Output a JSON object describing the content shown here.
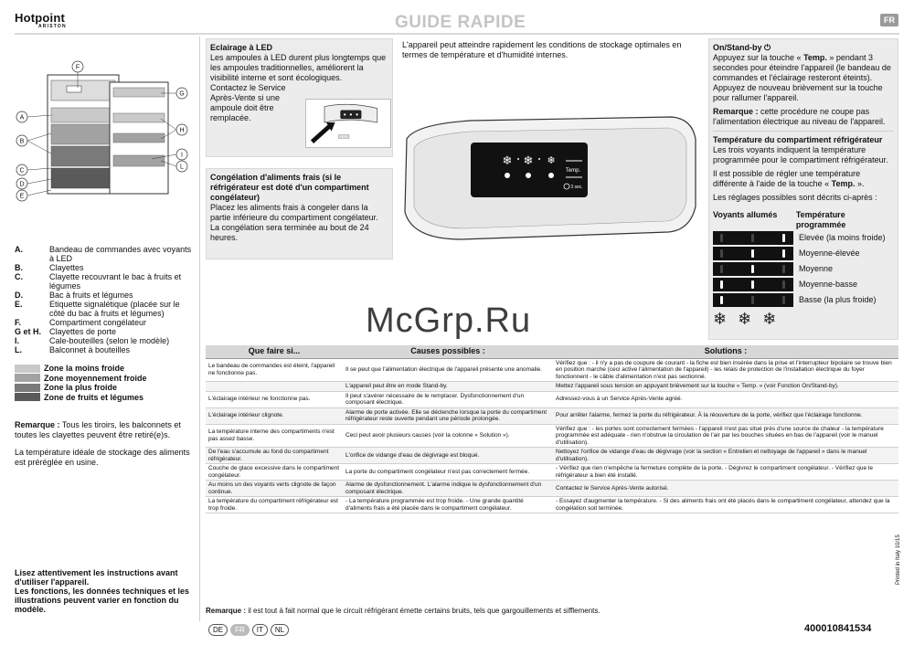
{
  "header": {
    "brand": "Hotpoint",
    "brand_sub": "ARISTON",
    "title": "GUIDE RAPIDE",
    "lang": "FR"
  },
  "diagram_labels": [
    "F",
    "G",
    "A",
    "H",
    "B",
    "I",
    "C",
    "L",
    "D",
    "E"
  ],
  "parts": [
    {
      "key": "A.",
      "text": "Bandeau de commandes avec voyants à LED"
    },
    {
      "key": "B.",
      "text": "Clayettes"
    },
    {
      "key": "C.",
      "text": "Clayette recouvrant le bac à fruits et légumes"
    },
    {
      "key": "D.",
      "text": "Bac à fruits et légumes"
    },
    {
      "key": "E.",
      "text": "Etiquette signalétique (placée sur le côté du bac à fruits et légumes)"
    },
    {
      "key": "F.",
      "text": "Compartiment congélateur"
    },
    {
      "key": "G et H.",
      "text": "Clayettes de porte"
    },
    {
      "key": "I.",
      "text": "Cale-bouteilles (selon le modèle)"
    },
    {
      "key": "L.",
      "text": "Balconnet à bouteilles"
    }
  ],
  "zones": [
    {
      "label": "Zone la moins froide",
      "color": "#c9c9c9"
    },
    {
      "label": "Zone moyennement froide",
      "color": "#a3a3a3"
    },
    {
      "label": "Zone la plus froide",
      "color": "#7a7a7a"
    },
    {
      "label": "Zone de fruits et légumes",
      "color": "#5a5a5a"
    }
  ],
  "left_notes": {
    "remark_label": "Remarque :",
    "remark": " Tous les tiroirs, les balconnets et toutes les clayettes peuvent être retiré(e)s.",
    "temp": "La température idéale de stockage des aliments est préréglée en usine.",
    "read1": "Lisez attentivement les instructions avant d'utiliser l'appareil.",
    "read2": "Les fonctions, les données techniques et les illustrations peuvent varier en fonction du modèle."
  },
  "led_box": {
    "title": "Eclairage à LED",
    "text": "Les ampoules à LED durent plus longtemps que les ampoules traditionnelles, améliorent la visibilité interne et sont écologiques.",
    "text2": "Contactez le Service Après-Vente si une ampoule doit être remplacée."
  },
  "freeze_box": {
    "title": "Congélation d'aliments frais (si le réfrigérateur est doté d'un compartiment congélateur)",
    "text": "Placez les aliments frais à congeler dans la partie inférieure du compartiment congélateur.",
    "text2": "La congélation sera terminée au bout de 24 heures."
  },
  "intro": "L'appareil peut atteindre rapidement les conditions de stockage optimales en termes de température et d'humidité internes.",
  "panel": {
    "temp_label": "Temp.",
    "sec_label": "3 sec."
  },
  "onstandby": {
    "title": "On/Stand-by",
    "icon": "power-icon",
    "t1": "Appuyez sur la touche « ",
    "t1b": "Temp.",
    "t1c": " » pendant 3 secondes pour éteindre l'appareil (le bandeau de commandes et l'éclairage resteront éteints). Appuyez de nouveau brièvement sur la touche pour rallumer l'appareil.",
    "remark_label": "Remarque :",
    "remark": " cette procédure ne coupe pas l'alimentation électrique au niveau de l'appareil."
  },
  "fridge_temp": {
    "title": "Température du compartiment réfrigérateur",
    "t1": "Les trois voyants indiquent la température programmée pour le compartiment réfrigérateur.",
    "t2a": "Il est possible de régler une température différente à l'aide de la touche « ",
    "t2b": "Temp.",
    "t2c": " ».",
    "t3": "Les réglages possibles sont décrits ci-après :",
    "col1": "Voyants allumés",
    "col2": "Température programmée",
    "rows": [
      {
        "label": "Elevée (la moins froide)",
        "lit": [
          false,
          false,
          true
        ]
      },
      {
        "label": "Moyenne-élevée",
        "lit": [
          false,
          true,
          true
        ]
      },
      {
        "label": "Moyenne",
        "lit": [
          false,
          true,
          false
        ]
      },
      {
        "label": "Moyenne-basse",
        "lit": [
          true,
          true,
          false
        ]
      },
      {
        "label": "Basse (la plus froide)",
        "lit": [
          true,
          false,
          false
        ]
      }
    ],
    "snow": [
      "❄",
      "❄",
      "❄"
    ]
  },
  "watermark": "McGrp.Ru",
  "table": {
    "headers": [
      "Que faire si...",
      "Causes possibles :",
      "Solutions :"
    ],
    "rows": [
      [
        "Le bandeau de commandes est éteint, l'appareil ne fonctionne pas.",
        "Il se peut que l'alimentation électrique de l'appareil présente une anomalie.",
        "Vérifiez que : - il n'y a pas de coupure de courant - la fiche est bien insérée dans la prise et l'interrupteur bipolaire se trouve bien en position marche (ceci active l'alimentation de l'appareil) - les relais de protection de l'installation électrique du foyer fonctionnent - le câble d'alimentation n'est pas sectionné."
      ],
      [
        "",
        "L'appareil peut être en mode Stand-by.",
        "Mettez l'appareil sous tension en appuyant brièvement sur la touche « Temp. » (voir Fonction On/Stand-by)."
      ],
      [
        "L'éclairage intérieur ne fonctionne pas.",
        "Il peut s'avérer nécessaire de le remplacer. Dysfonctionnement d'un composant électrique.",
        "Adressez-vous à un Service Après-Vente agréé."
      ],
      [
        "L'éclairage intérieur clignote.",
        "Alarme de porte activée. Elle se déclenche lorsque la porte du compartiment réfrigérateur reste ouverte pendant une période prolongée.",
        "Pour arrêter l'alarme, fermez la porte du réfrigérateur. À la réouverture de la porte, vérifiez que l'éclairage fonctionne."
      ],
      [
        "La température interne des compartiments n'est pas assez basse.",
        "Ceci peut avoir plusieurs causes (voir la colonne « Solution »).",
        "Vérifiez que : - les portes sont correctement fermées - l'appareil n'est pas situé près d'une source de chaleur - la température programmée est adéquate - rien n'obstrue la circulation de l'air par les bouches situées en bas de l'appareil (voir le manuel d'utilisation)."
      ],
      [
        "De l'eau s'accumule au fond du compartiment réfrigérateur.",
        "L'orifice de vidange d'eau de dégivrage est bloqué.",
        "Nettoyez l'orifice de vidange d'eau de dégivrage (voir la section « Entretien et nettoyage de l'appareil » dans le manuel d'utilisation)."
      ],
      [
        "Couche de glace excessive dans le compartiment congélateur.",
        "La porte du compartiment congélateur n'est pas correctement fermée.",
        "- Vérifiez que rien n'empêche la fermeture complète de la porte. - Dégivrez le compartiment congélateur. - Vérifiez que le réfrigérateur a bien été installé."
      ],
      [
        "Au moins un des voyants verts clignote de façon continue.",
        "Alarme de dysfonctionnement. L'alarme indique le dysfonctionnement d'un composant électrique.",
        "Contactez le Service Après-Vente autorisé."
      ],
      [
        "La température du compartiment réfrigérateur est trop froide.",
        "- La température programmée est trop froide. - Une grande quantité d'aliments frais a été placée dans le compartiment congélateur.",
        "- Essayez d'augmenter la température. - Si des aliments frais ont été placés dans le compartiment congélateur, attendez que la congélation soit terminée."
      ]
    ]
  },
  "bottom_remark_label": "Remarque :",
  "bottom_remark": " il est tout à fait normal que le circuit réfrigérant émette certains bruits, tels que gargouillements et sifflements.",
  "printed": "Printed in Italy 10/15",
  "languages": [
    {
      "code": "DE",
      "active": false
    },
    {
      "code": "FR",
      "active": true
    },
    {
      "code": "IT",
      "active": false
    },
    {
      "code": "NL",
      "active": false
    }
  ],
  "doc_code": "400010841534"
}
